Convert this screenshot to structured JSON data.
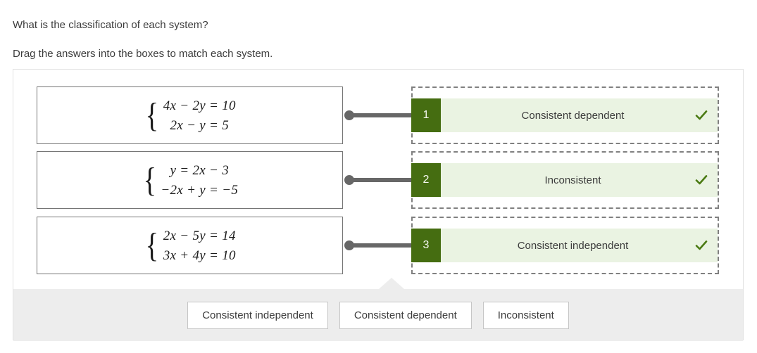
{
  "prompt": {
    "question": "What is the classification of each system?",
    "instruction": "Drag the answers into the boxes to match each system."
  },
  "colors": {
    "badge_green": "#456d11",
    "tile_green_bg": "#eaf3e2",
    "check_green": "#4a7a12",
    "tray_gray": "#ededed",
    "connector_gray": "#676767",
    "text": "#3c3c3c"
  },
  "rows": [
    {
      "system": {
        "line1": "4x − 2y = 10",
        "line2": "2x − y = 5",
        "brace": "{"
      },
      "connector_icon": "dumbbell-connector",
      "drop": {
        "number": "1",
        "answer": "Consistent dependent",
        "status_icon": "check-icon"
      }
    },
    {
      "system": {
        "line1": "y = 2x − 3",
        "line2": "−2x + y = −5",
        "brace": "{"
      },
      "connector_icon": "dumbbell-connector",
      "drop": {
        "number": "2",
        "answer": "Inconsistent",
        "status_icon": "check-icon"
      }
    },
    {
      "system": {
        "line1": "2x − 5y = 14",
        "line2": "3x + 4y = 10",
        "brace": "{"
      },
      "connector_icon": "dumbbell-connector",
      "drop": {
        "number": "3",
        "answer": "Consistent independent",
        "status_icon": "check-icon"
      }
    }
  ],
  "answer_bank": {
    "options": [
      "Consistent independent",
      "Consistent dependent",
      "Inconsistent"
    ]
  }
}
